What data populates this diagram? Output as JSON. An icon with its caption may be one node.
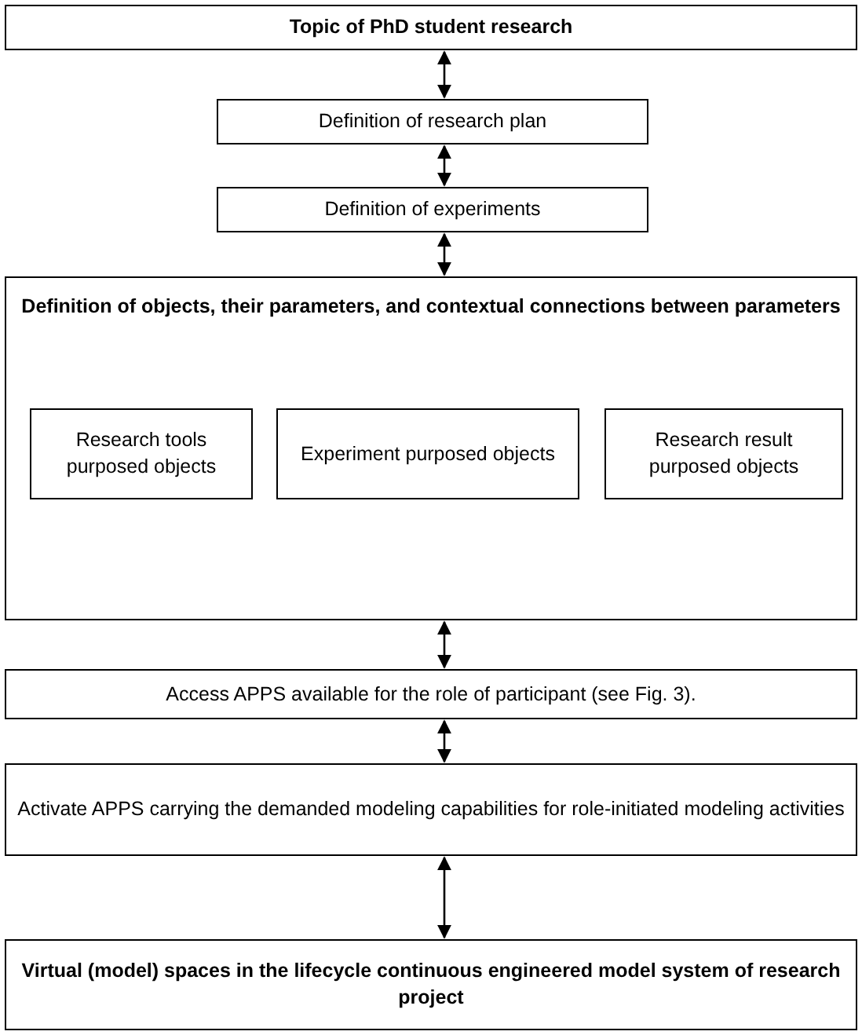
{
  "diagram": {
    "nodes": [
      {
        "text": [
          "Topic of PhD student research"
        ]
      },
      {
        "text": [
          "Definition of research plan"
        ]
      },
      {
        "text": [
          "Definition of experiments"
        ]
      },
      {
        "text": [
          "Definition of objects, their parameters, and contextual connections between parameters"
        ]
      },
      {
        "text": [
          "Research tools purposed objects"
        ],
        "in": 3
      },
      {
        "text": [
          "Experiment purposed objects"
        ],
        "in": 3
      },
      {
        "text": [
          "Research result purposed objects"
        ],
        "in": 3
      },
      {
        "text": [
          "Access APPS available for the role of participant (see Fig. 3)."
        ]
      },
      {
        "text": [
          "Activate APPS carrying the demanded modeling capabilities for role-initiated modeling activities"
        ]
      },
      {
        "text": [
          "Virtual (model) spaces in the lifecycle continuous engineered model system of research project"
        ]
      }
    ],
    "edges": [
      {
        "from": 0,
        "to": 1,
        "arrow": "both"
      },
      {
        "from": 1,
        "to": 2,
        "arrow": "both"
      },
      {
        "from": 2,
        "to": 3,
        "arrow": "both"
      },
      {
        "from": 3,
        "to": 7,
        "arrow": "both"
      },
      {
        "from": 7,
        "to": 8,
        "arrow": "both"
      },
      {
        "from": 8,
        "to": 9,
        "arrow": "both"
      }
    ]
  }
}
